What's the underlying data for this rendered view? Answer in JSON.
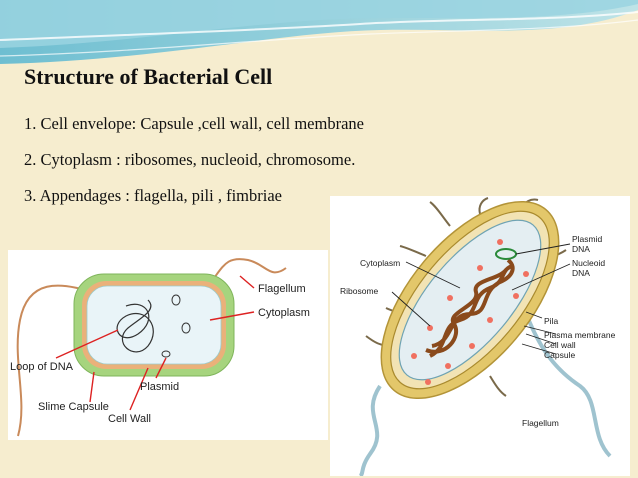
{
  "slide": {
    "title": "Structure of Bacterial Cell",
    "bullets": [
      "1. Cell envelope: Capsule ,cell wall, cell membrane",
      "2. Cytoplasm : ribosomes, nucleoid, chromosome.",
      "3. Appendages : flagella, pili , fimbriae"
    ]
  },
  "left_diagram": {
    "labels": {
      "flagellum": "Flagellum",
      "cytoplasm": "Cytoplasm",
      "loop_of_dna": "Loop of DNA",
      "plasmid": "Plasmid",
      "slime_capsule": "Slime Capsule",
      "cell_wall": "Cell Wall"
    }
  },
  "right_diagram": {
    "labels": {
      "cytoplasm": "Cytoplasm",
      "ribosome": "Ribosome",
      "plasmid_dna_1": "Plasmid",
      "plasmid_dna_2": "DNA",
      "nucleoid_dna_1": "Nucleoid",
      "nucleoid_dna_2": "DNA",
      "pila": "Pila",
      "plasma_membrane": "Plasma membrane",
      "cell_wall": "Cell wall",
      "capsule": "Capsule",
      "flagellum": "Flagellum"
    }
  },
  "colors": {
    "background": "#f6edcf",
    "wave_teal": "#7fc6d6",
    "capsule_green": "#9fd07a",
    "cell_wall_orange": "#e8a86a",
    "cytoplasm_blue": "#e6f3f8",
    "arrow_red": "#d22",
    "capsule_gold": "#d8b74a",
    "nucleoid_brown": "#8a4a1c"
  }
}
